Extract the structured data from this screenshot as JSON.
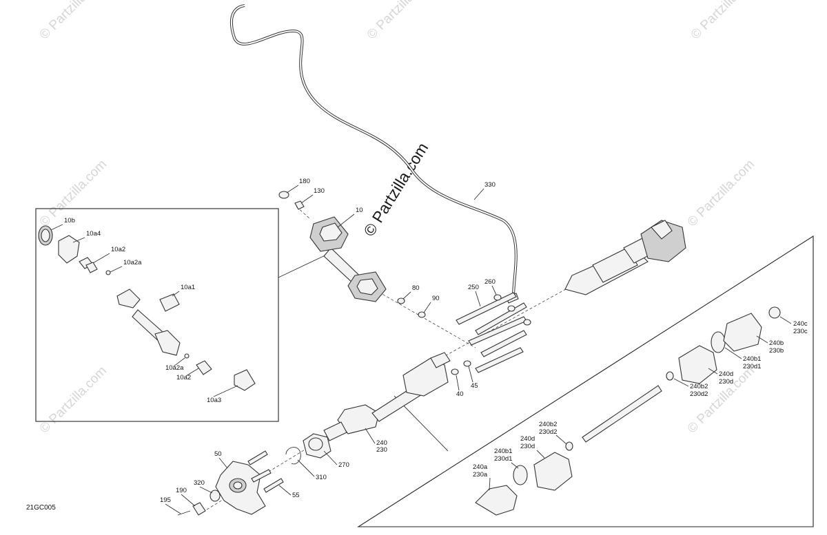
{
  "diagram_code": "21GC005",
  "main_watermark": "© Partzilla.com",
  "watermark_text": "© Partzilla.com",
  "labels": [
    {
      "id": "180",
      "text": "180"
    },
    {
      "id": "130",
      "text": "130"
    },
    {
      "id": "10",
      "text": "10"
    },
    {
      "id": "330",
      "text": "330"
    },
    {
      "id": "80",
      "text": "80"
    },
    {
      "id": "90",
      "text": "90"
    },
    {
      "id": "250",
      "text": "250"
    },
    {
      "id": "260",
      "text": "260"
    },
    {
      "id": "40",
      "text": "40"
    },
    {
      "id": "45",
      "text": "45"
    },
    {
      "id": "240-230-mid-a",
      "text": "240"
    },
    {
      "id": "240-230-mid-b",
      "text": "230"
    },
    {
      "id": "270",
      "text": "270"
    },
    {
      "id": "310",
      "text": "310"
    },
    {
      "id": "50",
      "text": "50"
    },
    {
      "id": "55",
      "text": "55"
    },
    {
      "id": "320",
      "text": "320"
    },
    {
      "id": "190",
      "text": "190"
    },
    {
      "id": "195",
      "text": "195"
    },
    {
      "id": "10b",
      "text": "10b"
    },
    {
      "id": "10a4",
      "text": "10a4"
    },
    {
      "id": "10a2-top",
      "text": "10a2"
    },
    {
      "id": "10a2a-top",
      "text": "10a2a"
    },
    {
      "id": "10a1",
      "text": "10a1"
    },
    {
      "id": "10a2a-bot",
      "text": "10a2a"
    },
    {
      "id": "10a2-bot",
      "text": "10a2"
    },
    {
      "id": "10a3",
      "text": "10a3"
    },
    {
      "id": "240c-a",
      "text": "240c"
    },
    {
      "id": "240c-b",
      "text": "230c"
    },
    {
      "id": "240b-a",
      "text": "240b"
    },
    {
      "id": "240b-b",
      "text": "230b"
    },
    {
      "id": "240b1-a",
      "text": "240b1"
    },
    {
      "id": "240b1-b",
      "text": "230d1"
    },
    {
      "id": "240d-a",
      "text": "240d"
    },
    {
      "id": "240d-b",
      "text": "230d"
    },
    {
      "id": "240b2-a",
      "text": "240b2"
    },
    {
      "id": "240b2-b",
      "text": "230d2"
    },
    {
      "id": "l240b2-a",
      "text": "240b2"
    },
    {
      "id": "l240b2-b",
      "text": "230d2"
    },
    {
      "id": "l240d-a",
      "text": "240d"
    },
    {
      "id": "l240d-b",
      "text": "230d"
    },
    {
      "id": "l240b1-a",
      "text": "240b1"
    },
    {
      "id": "l240b1-b",
      "text": "230d1"
    },
    {
      "id": "l240a-a",
      "text": "240a"
    },
    {
      "id": "l240a-b",
      "text": "230a"
    }
  ]
}
